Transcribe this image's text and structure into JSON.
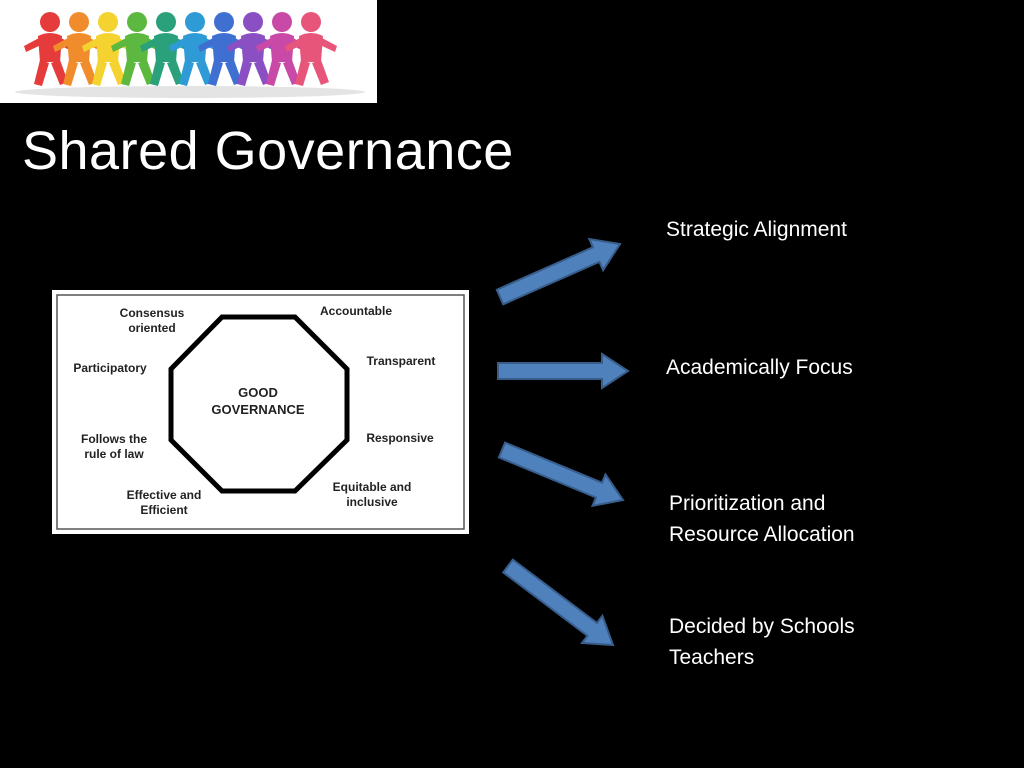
{
  "title": "Shared Governance",
  "diagram": {
    "center": [
      "GOOD",
      "GOVERNANCE"
    ],
    "characteristics": [
      [
        "Consensus",
        "oriented"
      ],
      [
        "Accountable"
      ],
      [
        "Participatory"
      ],
      [
        "Transparent"
      ],
      [
        "Follows the",
        "rule of law"
      ],
      [
        "Responsive"
      ],
      [
        "Effective and",
        "Efficient"
      ],
      [
        "Equitable and",
        "inclusive"
      ]
    ]
  },
  "outcomes": [
    [
      "Strategic Alignment"
    ],
    [
      "Academically Focus"
    ],
    [
      "Prioritization and",
      "Resource Allocation"
    ],
    [
      "Decided by Schools",
      "Teachers"
    ]
  ],
  "colors": {
    "background": "#000000",
    "arrow_fill": "#4f81bd",
    "arrow_stroke": "#385d8a",
    "logo_figures": [
      "#e63b3b",
      "#f08c2c",
      "#f4d22f",
      "#5cb83e",
      "#2aa17b",
      "#2e9bd6",
      "#3f6fd1",
      "#8b4fc4",
      "#c94aa6",
      "#e8557a"
    ]
  },
  "icons": [
    "people-chain-logo",
    "arrow-icon"
  ]
}
